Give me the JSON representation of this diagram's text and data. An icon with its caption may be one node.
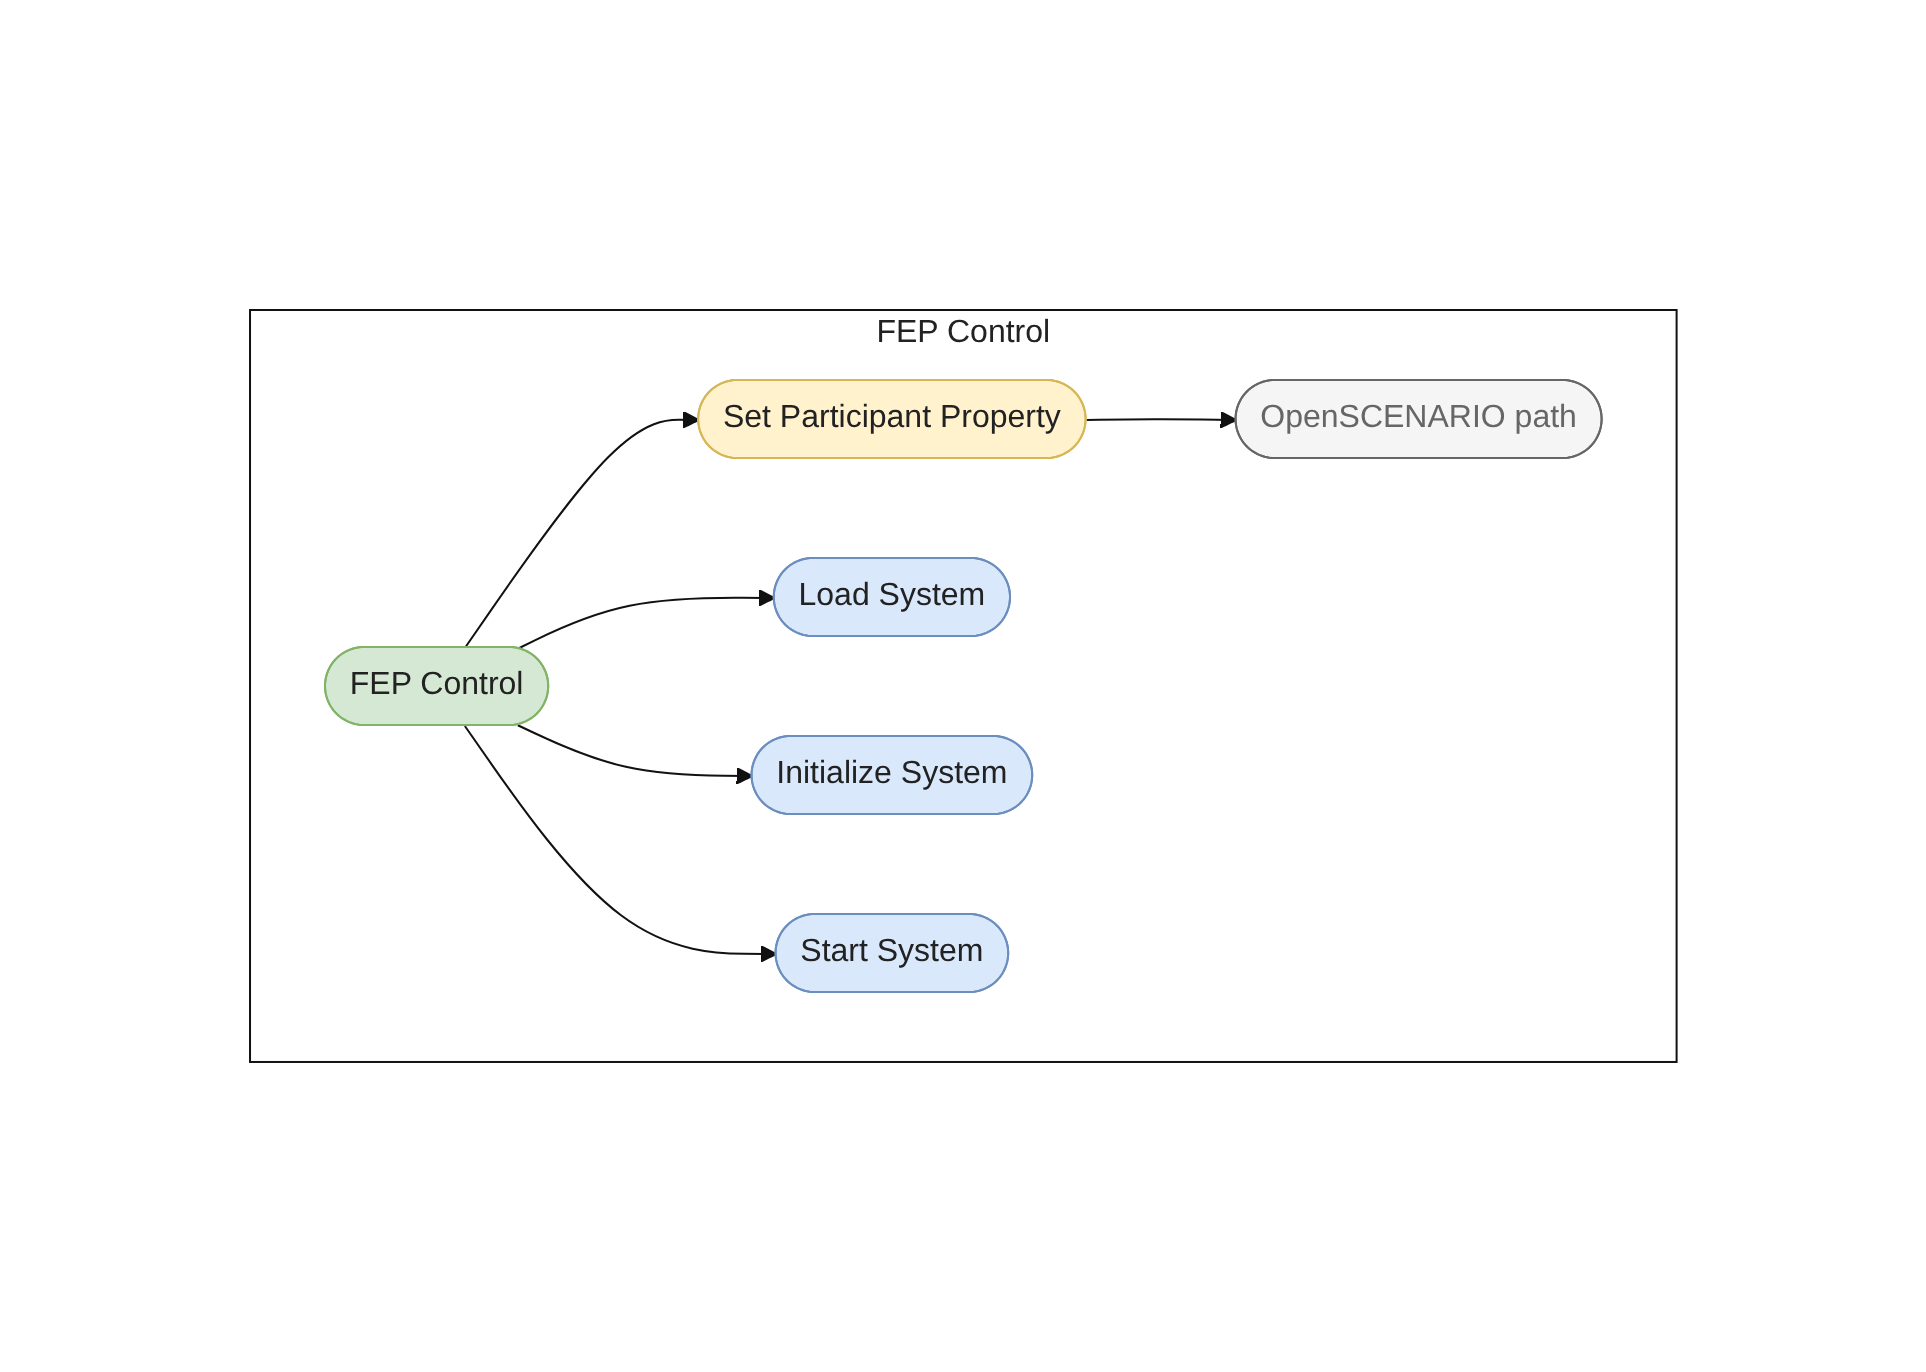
{
  "diagram": {
    "nodes": [
      {
        "text": [
          "FEP Control"
        ]
      },
      {
        "text": [
          "FEP Control"
        ],
        "in": 0
      },
      {
        "text": [
          "Set Participant Property"
        ],
        "in": 0
      },
      {
        "text": [
          "Load System"
        ],
        "in": 0
      },
      {
        "text": [
          "Initialize System"
        ],
        "in": 0
      },
      {
        "text": [
          "Start System"
        ],
        "in": 0
      },
      {
        "text": [
          "OpenSCENARIO path"
        ],
        "in": 0
      }
    ],
    "edges": [
      {
        "from": 1,
        "to": 2,
        "arrow": "to"
      },
      {
        "from": 1,
        "to": 3,
        "arrow": "to"
      },
      {
        "from": 1,
        "to": 4,
        "arrow": "to"
      },
      {
        "from": 1,
        "to": 5,
        "arrow": "to"
      },
      {
        "from": 2,
        "to": 6,
        "arrow": "to"
      }
    ]
  }
}
